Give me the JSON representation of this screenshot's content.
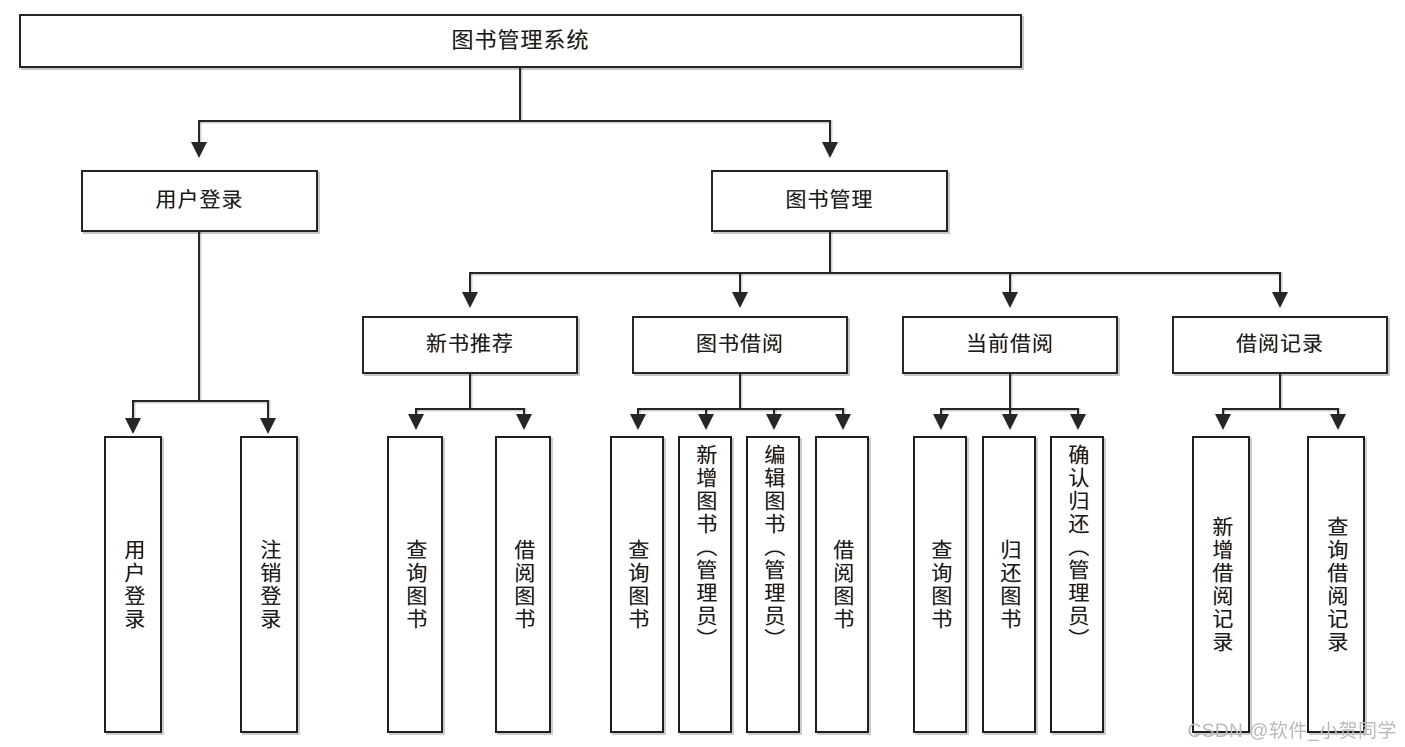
{
  "diagram": {
    "title": "图书管理系统",
    "type": "tree-hierarchy",
    "root": {
      "label": "图书管理系统"
    },
    "level2": [
      {
        "label": "用户登录"
      },
      {
        "label": "图书管理"
      }
    ],
    "level3": [
      {
        "label": "新书推荐"
      },
      {
        "label": "图书借阅"
      },
      {
        "label": "当前借阅"
      },
      {
        "label": "借阅记录"
      }
    ],
    "leaves": {
      "user_login": [
        {
          "label": "用户登录"
        },
        {
          "label": "注销登录"
        }
      ],
      "new_book_recommend": [
        {
          "label": "查询图书"
        },
        {
          "label": "借阅图书"
        }
      ],
      "book_borrow": [
        {
          "label": "查询图书"
        },
        {
          "label": "新增图书（管理员）"
        },
        {
          "label": "编辑图书（管理员）"
        },
        {
          "label": "借阅图书"
        }
      ],
      "current_borrow": [
        {
          "label": "查询图书"
        },
        {
          "label": "归还图书"
        },
        {
          "label": "确认归还（管理员）"
        }
      ],
      "borrow_record": [
        {
          "label": "新增借阅记录"
        },
        {
          "label": "查询借阅记录"
        }
      ]
    }
  },
  "watermark": {
    "text": "CSDN @软件_小贺同学"
  },
  "colors": {
    "stroke": "#262626",
    "background": "#ffffff",
    "text": "#1a1a1a",
    "watermark": "#b9b9b9"
  }
}
